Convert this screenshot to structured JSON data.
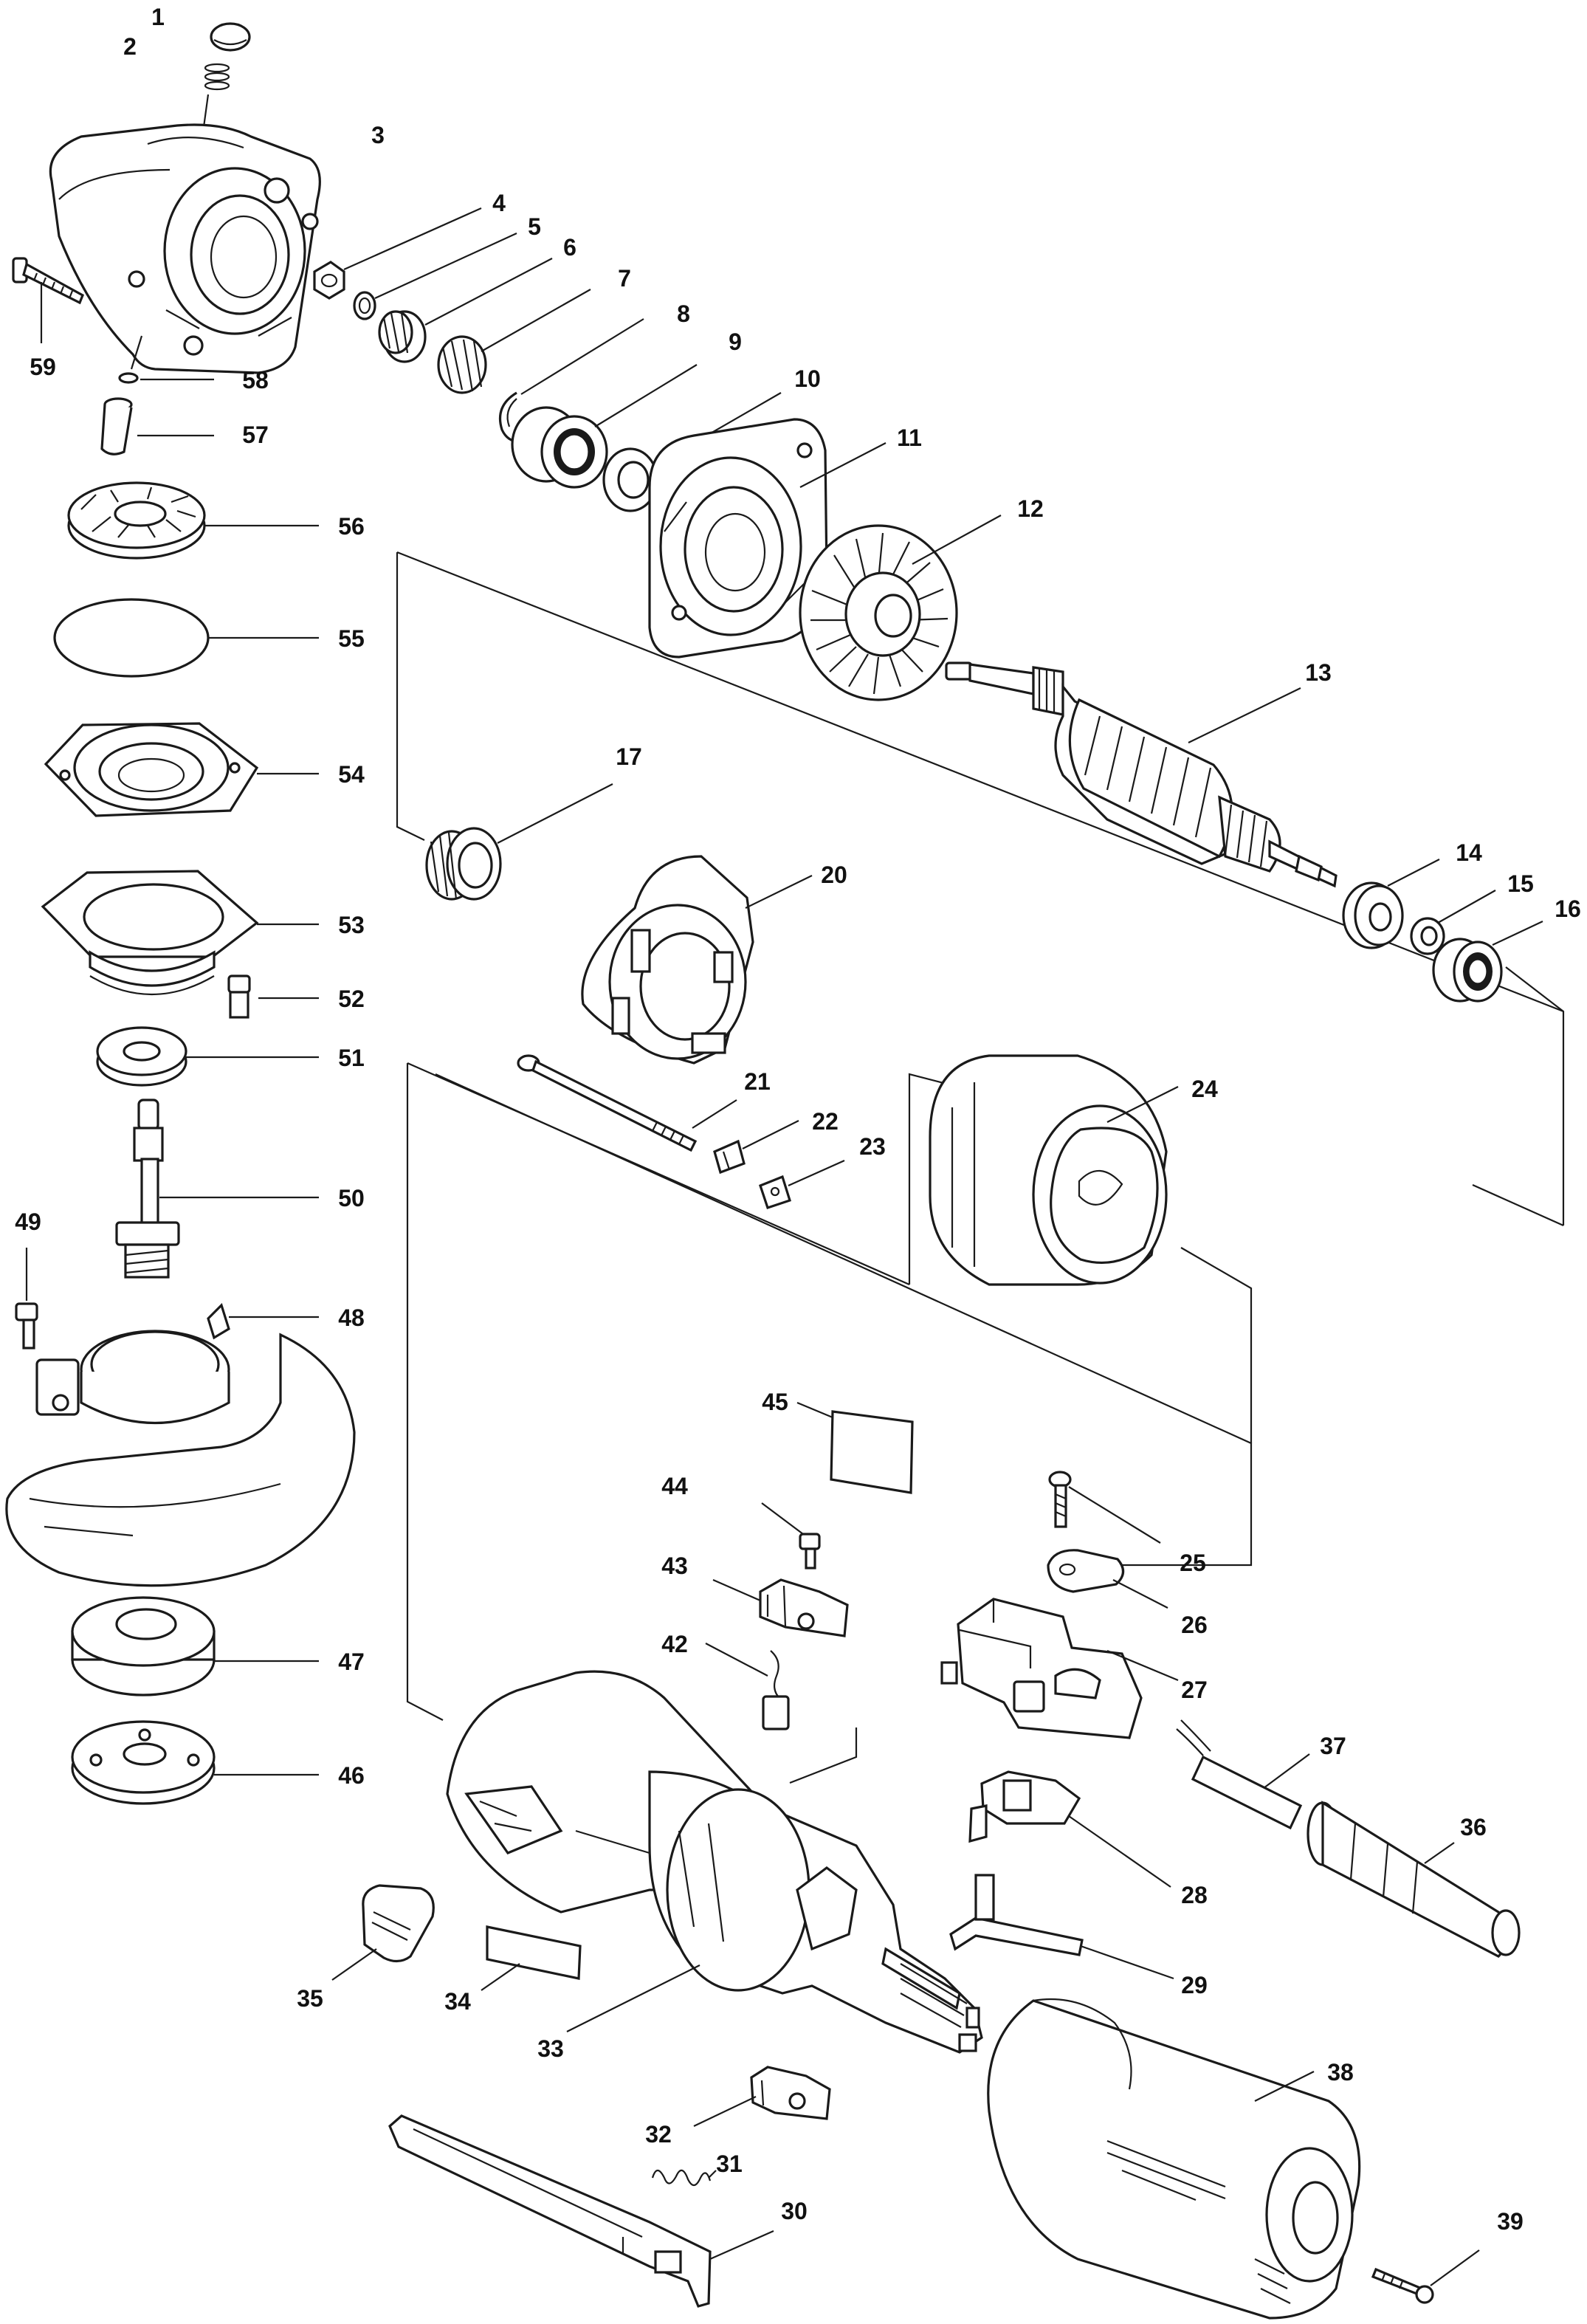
{
  "diagram": {
    "type": "exploded parts diagram",
    "colors": {
      "ink": "#1a1a1a",
      "background": "#ffffff"
    },
    "parts": [
      {
        "id": "1",
        "label": "1"
      },
      {
        "id": "2",
        "label": "2"
      },
      {
        "id": "3",
        "label": "3"
      },
      {
        "id": "4",
        "label": "4"
      },
      {
        "id": "5",
        "label": "5"
      },
      {
        "id": "6",
        "label": "6"
      },
      {
        "id": "7",
        "label": "7"
      },
      {
        "id": "8",
        "label": "8"
      },
      {
        "id": "9",
        "label": "9"
      },
      {
        "id": "10",
        "label": "10"
      },
      {
        "id": "11",
        "label": "11"
      },
      {
        "id": "12",
        "label": "12"
      },
      {
        "id": "13",
        "label": "13"
      },
      {
        "id": "14",
        "label": "14"
      },
      {
        "id": "15",
        "label": "15"
      },
      {
        "id": "16",
        "label": "16"
      },
      {
        "id": "17",
        "label": "17"
      },
      {
        "id": "20",
        "label": "20"
      },
      {
        "id": "21",
        "label": "21"
      },
      {
        "id": "22",
        "label": "22"
      },
      {
        "id": "23",
        "label": "23"
      },
      {
        "id": "24",
        "label": "24"
      },
      {
        "id": "25",
        "label": "25"
      },
      {
        "id": "26",
        "label": "26"
      },
      {
        "id": "27",
        "label": "27"
      },
      {
        "id": "28",
        "label": "28"
      },
      {
        "id": "29",
        "label": "29"
      },
      {
        "id": "30",
        "label": "30"
      },
      {
        "id": "31",
        "label": "31"
      },
      {
        "id": "32",
        "label": "32"
      },
      {
        "id": "33",
        "label": "33"
      },
      {
        "id": "34",
        "label": "34"
      },
      {
        "id": "35",
        "label": "35"
      },
      {
        "id": "36",
        "label": "36"
      },
      {
        "id": "37",
        "label": "37"
      },
      {
        "id": "38",
        "label": "38"
      },
      {
        "id": "39",
        "label": "39"
      },
      {
        "id": "42",
        "label": "42"
      },
      {
        "id": "43",
        "label": "43"
      },
      {
        "id": "44",
        "label": "44"
      },
      {
        "id": "45",
        "label": "45"
      },
      {
        "id": "46",
        "label": "46"
      },
      {
        "id": "47",
        "label": "47"
      },
      {
        "id": "48",
        "label": "48"
      },
      {
        "id": "49",
        "label": "49"
      },
      {
        "id": "50",
        "label": "50"
      },
      {
        "id": "51",
        "label": "51"
      },
      {
        "id": "52",
        "label": "52"
      },
      {
        "id": "53",
        "label": "53"
      },
      {
        "id": "54",
        "label": "54"
      },
      {
        "id": "55",
        "label": "55"
      },
      {
        "id": "56",
        "label": "56"
      },
      {
        "id": "57",
        "label": "57"
      },
      {
        "id": "58",
        "label": "58"
      },
      {
        "id": "59",
        "label": "59"
      }
    ]
  }
}
